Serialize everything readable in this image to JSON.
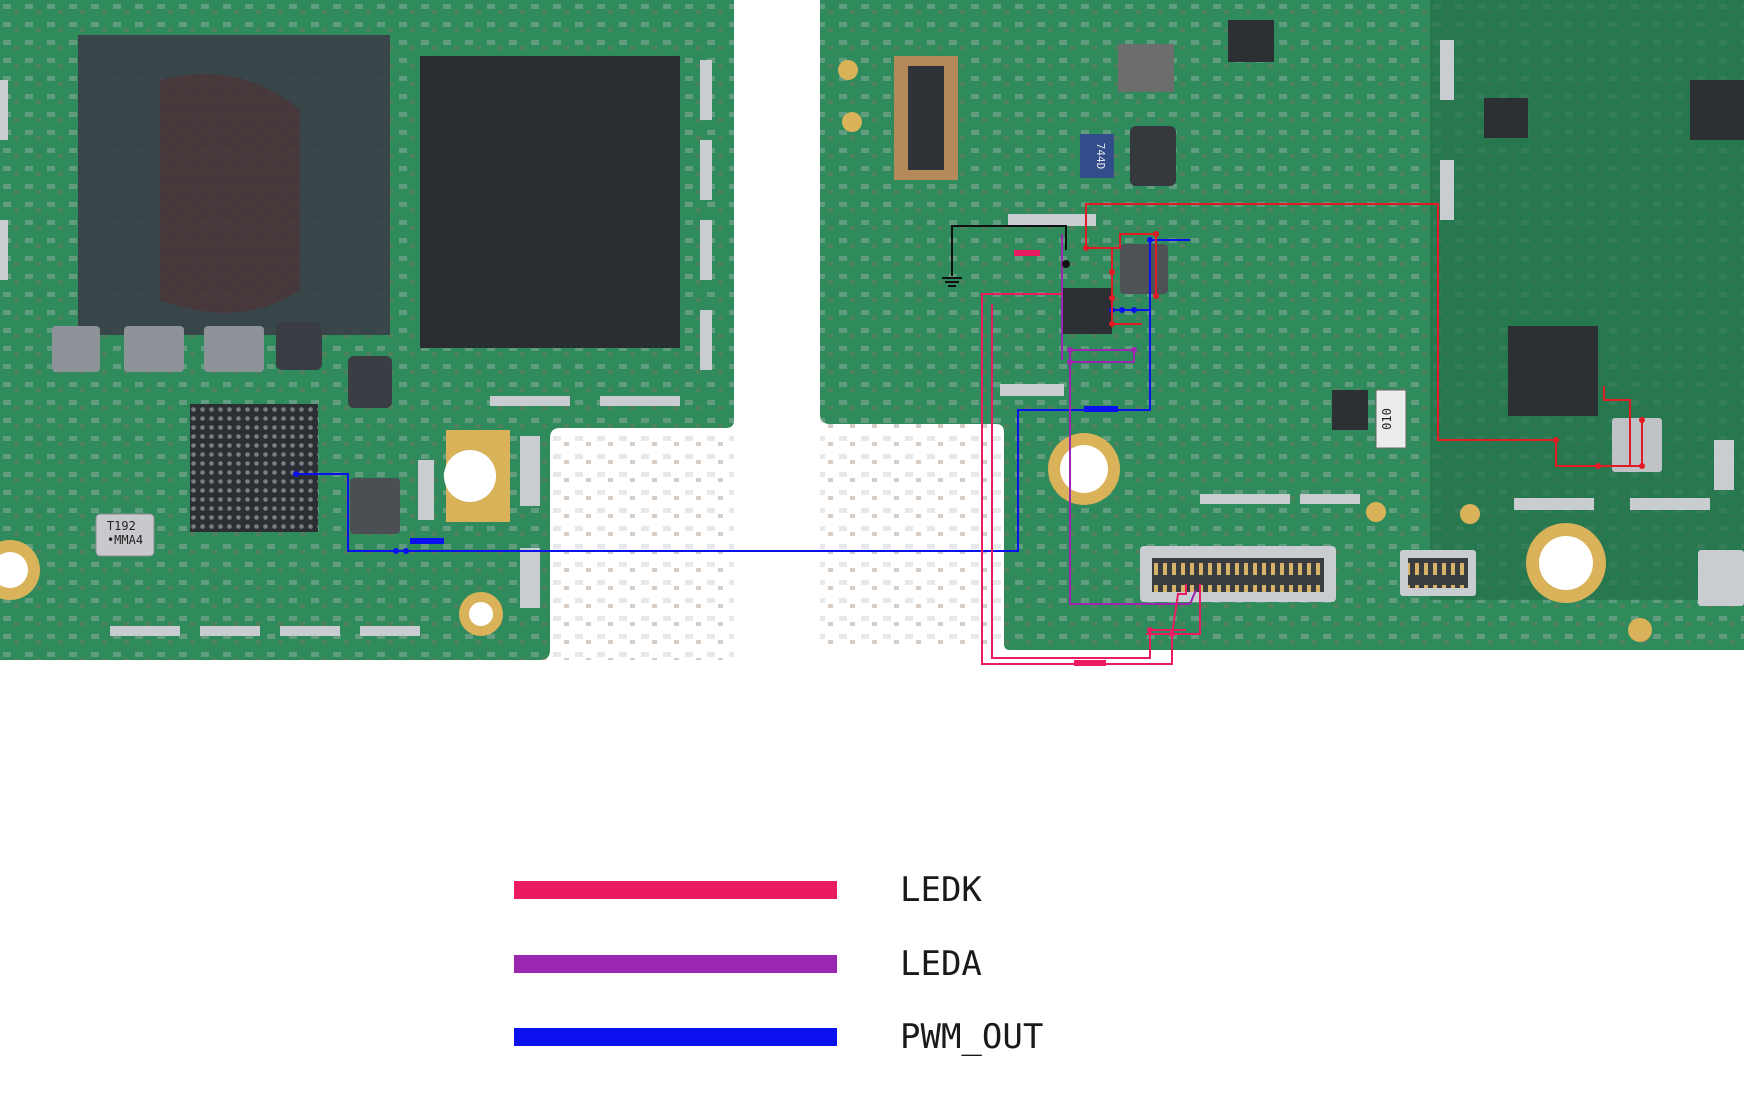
{
  "diagram": {
    "component_marks": {
      "crystal_left": "T192\n•MMA4",
      "chip_mid": "010",
      "chip_blue": "744D"
    },
    "colors": {
      "board": "#2f8a5c",
      "board_dark": "#23704a",
      "chip": "#2b2f33",
      "pad_gold": "#d9b25a",
      "silver": "#c9ccd0",
      "red_trace": "#e01b24",
      "black_trace": "#111111"
    }
  },
  "legend": [
    {
      "label": "LEDK",
      "color": "#ea1b63"
    },
    {
      "label": "LEDA",
      "color": "#9b27b0"
    },
    {
      "label": "PWM_OUT",
      "color": "#0a10ee"
    }
  ]
}
